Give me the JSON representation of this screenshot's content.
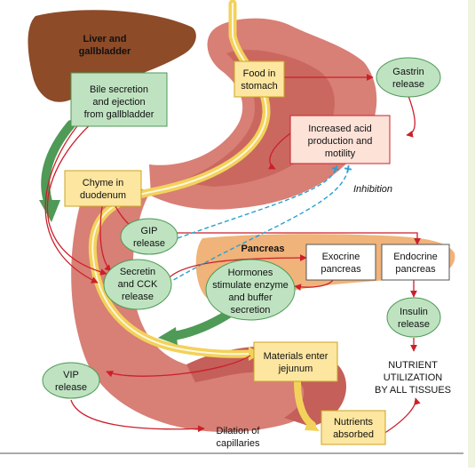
{
  "colors": {
    "box_yellow": "#fde6a0",
    "box_green": "#bfe3c1",
    "box_pink": "#fde2d8",
    "box_white": "#ffffff",
    "arrow_red": "#cc1f2a",
    "inhibition_blue": "#2aa0cf",
    "flow_yellow": "#f3d25a",
    "flow_green": "#4e9a56",
    "liver": "#8d4b28",
    "stomach": "#d87f76",
    "pancreas": "#f0b37a",
    "scrollbar": "#eef4df"
  },
  "labels": {
    "liver": "Liver and gallbladder",
    "bile": [
      "Bile secretion",
      "and ejection",
      "from gallbladder"
    ],
    "food": [
      "Food in",
      "stomach"
    ],
    "gastrin": [
      "Gastrin",
      "release"
    ],
    "acid": [
      "Increased acid",
      "production and",
      "motility"
    ],
    "inhibition": "Inhibition",
    "chyme": [
      "Chyme in",
      "duodenum"
    ],
    "gip": [
      "GIP",
      "release"
    ],
    "pancreas": "Pancreas",
    "exocrine": [
      "Exocrine",
      "pancreas"
    ],
    "endocrine": [
      "Endocrine",
      "pancreas"
    ],
    "secretin": [
      "Secretin",
      "and CCK",
      "release"
    ],
    "hormones": [
      "Hormones",
      "stimulate enzyme",
      "and buffer",
      "secretion"
    ],
    "insulin": [
      "Insulin",
      "release"
    ],
    "materials": [
      "Materials enter",
      "jejunum"
    ],
    "nutrient_util": [
      "NUTRIENT",
      "UTILIZATION",
      "BY ALL TISSUES"
    ],
    "vip": [
      "VIP",
      "release"
    ],
    "nutrients": [
      "Nutrients",
      "absorbed"
    ],
    "dilation": [
      "Dilation of",
      "capillaries"
    ]
  }
}
